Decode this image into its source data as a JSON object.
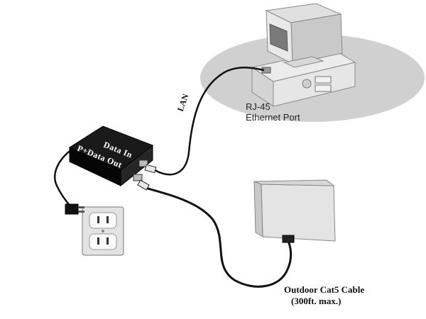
{
  "labels": {
    "lan": "LAN",
    "rj45_line1": "RJ-45",
    "rj45_line2": "Ethernet Port",
    "injector_line1": "Data In",
    "injector_line2": "P+Data Out",
    "cable_line1": "Outdoor Cat5 Cable",
    "cable_line2": "(300ft. max.)"
  },
  "colors": {
    "cable": "#111111",
    "injector": "#0d0d0d",
    "computer_light": "#e4e4e4",
    "computer_mid": "#c8c8c8",
    "shadow": "#d0d0d0",
    "outdoor_unit": "#e2e2e2"
  }
}
